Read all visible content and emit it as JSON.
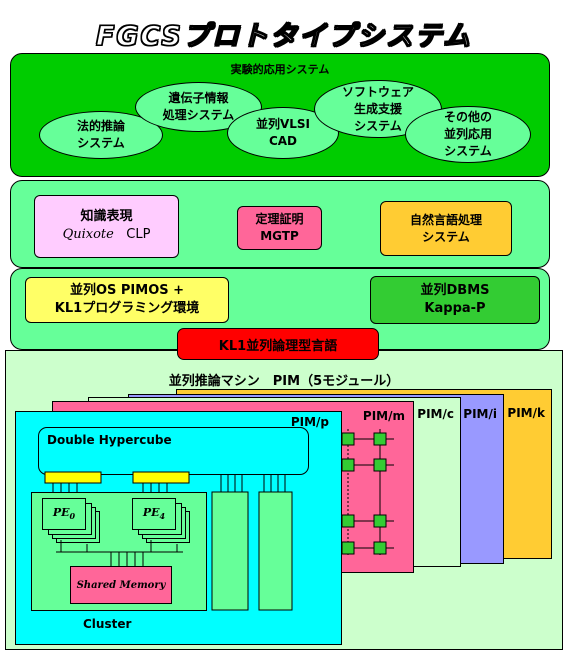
{
  "title": "FGCSプロトタイプシステム",
  "applications": {
    "label": "実験的応用システム",
    "items": [
      {
        "text": "法的推論\nシステム"
      },
      {
        "text": "遺伝子情報\n処理システム"
      },
      {
        "text": "並列VLSI\nCAD"
      },
      {
        "text": "ソフトウェア\n生成支援\nシステム"
      },
      {
        "text": "その他の\n並列応用\nシステム"
      }
    ]
  },
  "middleware": {
    "knowledge": {
      "title": "知識表現",
      "quixote": "Quixote",
      "clp": "CLP"
    },
    "theorem": {
      "text": "定理証明\nMGTP"
    },
    "nlp": {
      "text": "自然言語処理\nシステム"
    }
  },
  "system_sw": {
    "os": {
      "text": "並列OS PIMOS +\nKL1プログラミング環境"
    },
    "dbms": {
      "text": "並列DBMS\nKappa-P"
    }
  },
  "language": {
    "label": "KL1並列論理型言語"
  },
  "machine": {
    "label": "並列推論マシン　PIM（5モジュール）",
    "modules": [
      "PIM/p",
      "PIM/m",
      "PIM/c",
      "PIM/i",
      "PIM/k"
    ],
    "hypercube": "Double Hypercube",
    "pe0": "PE",
    "pe0_sub": "0",
    "pe4": "PE",
    "pe4_sub": "4",
    "shared_memory": "Shared Memory",
    "cluster": "Cluster"
  },
  "colors": {
    "app_layer": "#00cc00",
    "layer": "#66ff99",
    "knowledge": "#ffccff",
    "theorem": "#ff6699",
    "nlp": "#ffcc33",
    "os": "#ffff66",
    "dbms": "#33cc33",
    "kl1": "#ff0000",
    "machine": "#ccffcc",
    "pim_p": "#00ffff",
    "pim_m": "#ff6699",
    "pim_c": "#ccffcc",
    "pim_i": "#9999ff",
    "pim_k": "#ffcc33"
  }
}
